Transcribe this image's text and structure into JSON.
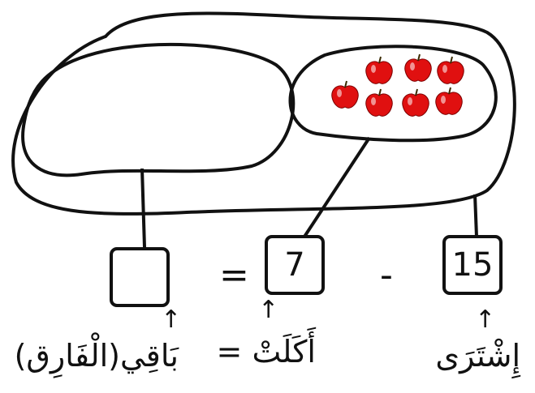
{
  "equation": {
    "bought_value": "15",
    "minus_sign": "-",
    "eaten_value": "7",
    "equals_sign": "=",
    "remaining_value": ""
  },
  "labels": {
    "bought": "إِشْتَرَى",
    "eaten": "أَكَلَتْ =",
    "remaining": "بَاقِي(الْفَارِق)"
  },
  "apples": {
    "count": 7,
    "color": "#e01010"
  },
  "arrow_glyph": "↑"
}
